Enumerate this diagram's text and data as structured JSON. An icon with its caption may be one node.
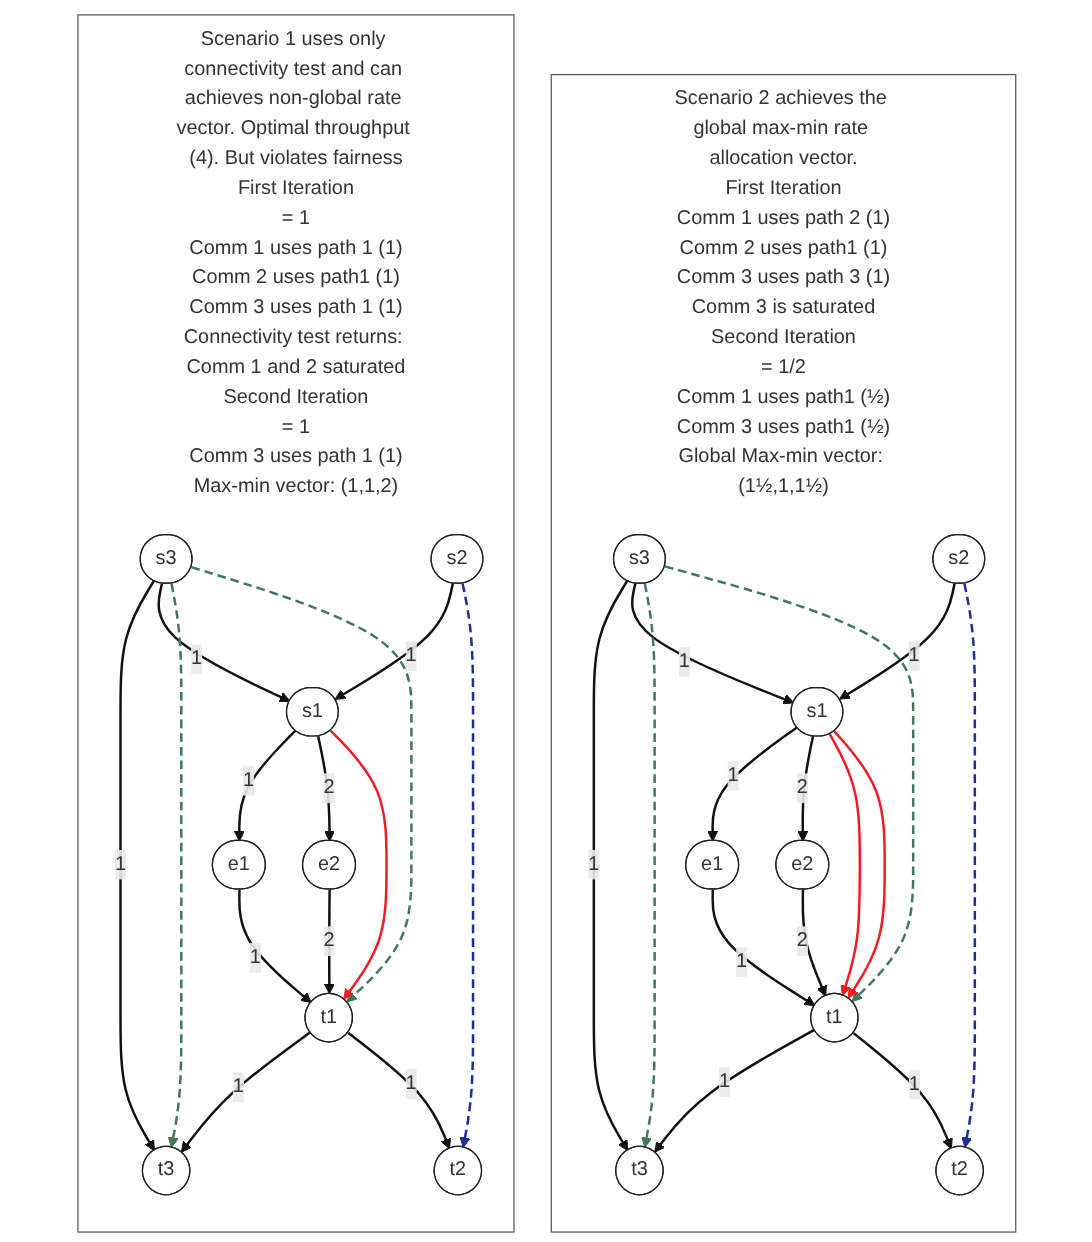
{
  "diagram": {
    "nodes": [
      {
        "text": [
          "Scenario 1 uses only connectivity test and can achieves non-global rate vector. Optimal throughput (4). But violates fairness",
          "First Iteration",
          "= 1",
          "Comm 1 uses path 1 (1)",
          "Comm 2 uses path1 (1)",
          "Comm 3 uses path 1 (1)",
          "Connectivity test returns: Comm 1 and 2 saturated",
          "Second Iteration",
          "= 1",
          "Comm 3 uses path 1 (1)",
          "Max-min vector: (1,1,2)"
        ]
      },
      {
        "text": [
          "s3"
        ],
        "in": 0
      },
      {
        "text": [
          "t3"
        ],
        "in": 0
      },
      {
        "text": [
          "e1"
        ],
        "in": 0
      },
      {
        "text": [
          "s1"
        ],
        "in": 0
      },
      {
        "text": [
          "t1"
        ],
        "in": 0
      },
      {
        "text": [
          "e2"
        ],
        "in": 0
      },
      {
        "text": [
          "s2"
        ],
        "in": 0
      },
      {
        "text": [
          "t2"
        ],
        "in": 0
      },
      {
        "text": [
          "Scenario 2 achieves the global max-min rate allocation vector.",
          "First Iteration",
          "Comm 1 uses path 2 (1)",
          "Comm 2 uses path1 (1)",
          "Comm 3 uses path 3 (1)",
          "Comm 3 is saturated",
          "Second Iteration",
          "= 1/2",
          "Comm 1 uses path1 (½)",
          "Comm 3 uses path1 (½)",
          "Global Max-min vector: (1½,1,1½)"
        ]
      },
      {
        "text": [
          "s3"
        ],
        "in": 9
      },
      {
        "text": [
          "t3"
        ],
        "in": 9
      },
      {
        "text": [
          "e1"
        ],
        "in": 9
      },
      {
        "text": [
          "s1"
        ],
        "in": 9
      },
      {
        "text": [
          "t1"
        ],
        "in": 9
      },
      {
        "text": [
          "e2"
        ],
        "in": 9
      },
      {
        "text": [
          "s2"
        ],
        "in": 9
      },
      {
        "text": [
          "t2"
        ],
        "in": 9
      }
    ],
    "edges": [
      {
        "from": 1,
        "to": 2,
        "arrow": "to",
        "label": "1"
      },
      {
        "from": 1,
        "to": 4,
        "arrow": "to",
        "label": "1"
      },
      {
        "from": 4,
        "to": 3,
        "arrow": "to",
        "label": "1"
      },
      {
        "from": 3,
        "to": 5,
        "arrow": "to",
        "label": "1"
      },
      {
        "from": 4,
        "to": 6,
        "arrow": "to",
        "label": "2"
      },
      {
        "from": 6,
        "to": 5,
        "arrow": "to",
        "label": "2"
      },
      {
        "from": 7,
        "to": 4,
        "arrow": "to",
        "label": "1"
      },
      {
        "from": 5,
        "to": 2,
        "arrow": "to",
        "label": "1"
      },
      {
        "from": 5,
        "to": 8,
        "arrow": "to",
        "label": "1"
      },
      {
        "from": 1,
        "to": 2,
        "arrow": "to",
        "style": "dashed",
        "color": "#3c7a58"
      },
      {
        "from": 1,
        "to": 5,
        "arrow": "to",
        "style": "dashed",
        "color": "#3c7a58"
      },
      {
        "from": 4,
        "to": 5,
        "arrow": "to",
        "color": "#ee1c24"
      },
      {
        "from": 7,
        "to": 8,
        "arrow": "to",
        "style": "dashed",
        "color": "#1f2d9a"
      },
      {
        "from": 10,
        "to": 11,
        "arrow": "to",
        "label": "1"
      },
      {
        "from": 10,
        "to": 13,
        "arrow": "to",
        "label": "1"
      },
      {
        "from": 13,
        "to": 12,
        "arrow": "to",
        "label": "1"
      },
      {
        "from": 12,
        "to": 14,
        "arrow": "to",
        "label": "1"
      },
      {
        "from": 13,
        "to": 15,
        "arrow": "to",
        "label": "2"
      },
      {
        "from": 15,
        "to": 14,
        "arrow": "to",
        "label": "2"
      },
      {
        "from": 16,
        "to": 13,
        "arrow": "to",
        "label": "1"
      },
      {
        "from": 14,
        "to": 11,
        "arrow": "to",
        "label": "1"
      },
      {
        "from": 14,
        "to": 17,
        "arrow": "to",
        "label": "1"
      },
      {
        "from": 10,
        "to": 11,
        "arrow": "to",
        "style": "dashed",
        "color": "#3c7a58"
      },
      {
        "from": 10,
        "to": 14,
        "arrow": "to",
        "style": "dashed",
        "color": "#3c7a58"
      },
      {
        "from": 13,
        "to": 14,
        "arrow": "to",
        "color": "#ee1c24"
      },
      {
        "from": 13,
        "to": 14,
        "arrow": "to",
        "color": "#ee1c24"
      },
      {
        "from": 16,
        "to": 17,
        "arrow": "to",
        "style": "dashed",
        "color": "#1f2d9a"
      }
    ]
  }
}
